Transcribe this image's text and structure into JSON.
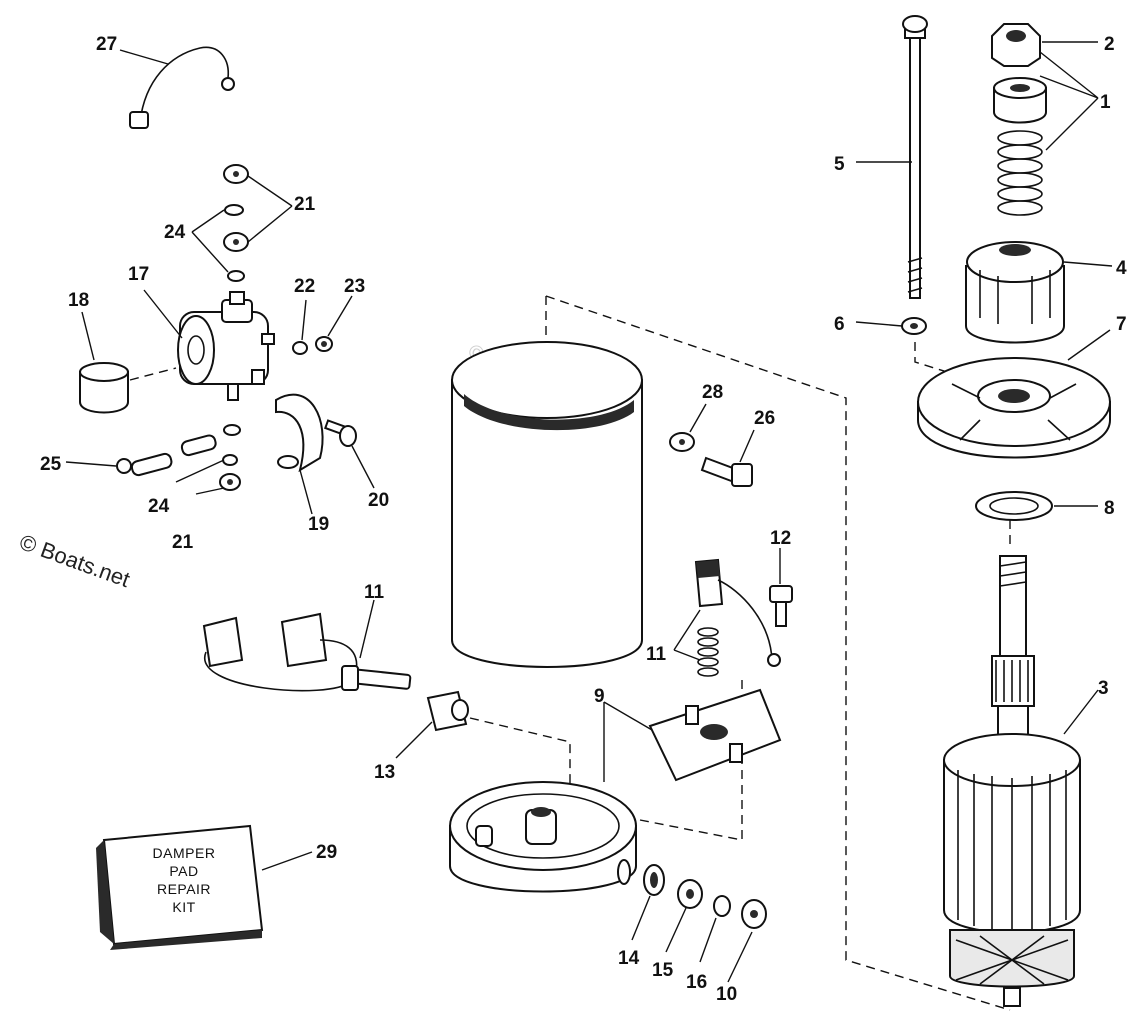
{
  "watermark": {
    "copyright_text": "© Boats.net",
    "faint_text": "© Boats.net"
  },
  "callouts": [
    {
      "id": "c1",
      "label": "1"
    },
    {
      "id": "c2",
      "label": "2"
    },
    {
      "id": "c3",
      "label": "3"
    },
    {
      "id": "c4",
      "label": "4"
    },
    {
      "id": "c5",
      "label": "5"
    },
    {
      "id": "c6",
      "label": "6"
    },
    {
      "id": "c7",
      "label": "7"
    },
    {
      "id": "c8",
      "label": "8"
    },
    {
      "id": "c9",
      "label": "9"
    },
    {
      "id": "c10",
      "label": "10"
    },
    {
      "id": "c11a",
      "label": "11"
    },
    {
      "id": "c11b",
      "label": "11"
    },
    {
      "id": "c12",
      "label": "12"
    },
    {
      "id": "c13",
      "label": "13"
    },
    {
      "id": "c14",
      "label": "14"
    },
    {
      "id": "c15",
      "label": "15"
    },
    {
      "id": "c16",
      "label": "16"
    },
    {
      "id": "c17",
      "label": "17"
    },
    {
      "id": "c18",
      "label": "18"
    },
    {
      "id": "c19",
      "label": "19"
    },
    {
      "id": "c20",
      "label": "20"
    },
    {
      "id": "c21a",
      "label": "21"
    },
    {
      "id": "c21b",
      "label": "21"
    },
    {
      "id": "c22",
      "label": "22"
    },
    {
      "id": "c23",
      "label": "23"
    },
    {
      "id": "c24a",
      "label": "24"
    },
    {
      "id": "c24b",
      "label": "24"
    },
    {
      "id": "c25",
      "label": "25"
    },
    {
      "id": "c26",
      "label": "26"
    },
    {
      "id": "c27",
      "label": "27"
    },
    {
      "id": "c28",
      "label": "28"
    },
    {
      "id": "c29",
      "label": "29"
    }
  ],
  "kit_box": {
    "lines": [
      "DAMPER",
      "PAD",
      "REPAIR",
      "KIT"
    ]
  }
}
